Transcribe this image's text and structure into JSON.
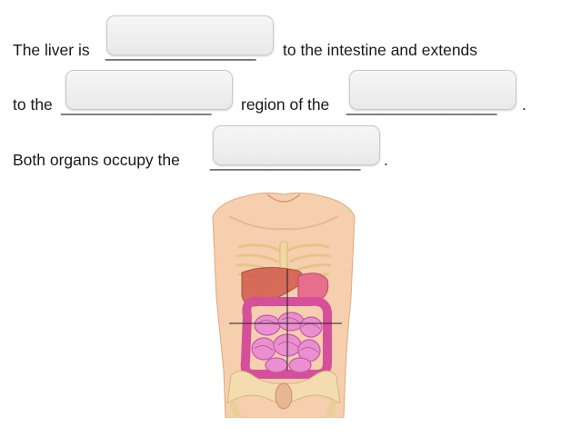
{
  "sentences": {
    "line1_prefix": "The liver is",
    "line1_suffix": "to the intestine and extends",
    "line2_prefix": "to the",
    "line2_middle": "region of the",
    "line2_end": ".",
    "line3_prefix": "Both organs occupy the",
    "line3_end": "."
  },
  "blank_underscores": "_________________",
  "figure": {
    "icon": "abdomen-anatomy-illustration"
  }
}
